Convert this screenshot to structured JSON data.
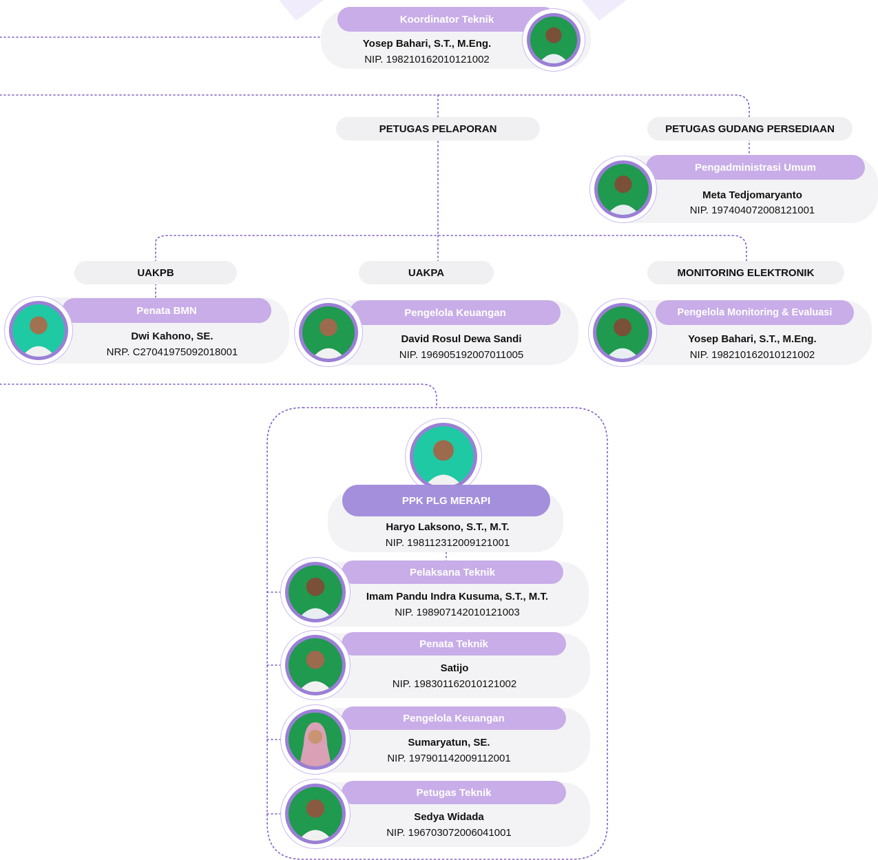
{
  "coordinator": {
    "role": "Koordinator Teknik",
    "name": "Yosep Bahari, S.T., M.Eng.",
    "nip": "NIP. 198210162010121002"
  },
  "sections": {
    "pelaporan": "PETUGAS PELAPORAN",
    "gudang": "PETUGAS GUDANG PERSEDIAAN",
    "uakpb": "UAKPB",
    "uakpa": "UAKPA",
    "monitoring": "MONITORING ELEKTRONIK"
  },
  "gudang_person": {
    "role": "Pengadministrasi Umum",
    "name": "Meta Tedjomaryanto",
    "nip": "NIP. 197404072008121001"
  },
  "uakpb_person": {
    "role": "Penata BMN",
    "name": "Dwi Kahono, SE.",
    "nip": "NRP. C27041975092018001"
  },
  "uakpa_person": {
    "role": "Pengelola Keuangan",
    "name": "David Rosul Dewa Sandi",
    "nip": "NIP. 196905192007011005"
  },
  "monitoring_person": {
    "role": "Pengelola Monitoring & Evaluasi",
    "name": "Yosep Bahari, S.T., M.Eng.",
    "nip": "NIP. 198210162010121002"
  },
  "ppk": {
    "title": "PPK PLG MERAPI",
    "name": "Haryo Laksono, S.T., M.T.",
    "nip": "NIP. 198112312009121001"
  },
  "team": [
    {
      "role": "Pelaksana Teknik",
      "name": "Imam Pandu Indra Kusuma, S.T., M.T.",
      "nip": "NIP. 198907142010121003"
    },
    {
      "role": "Penata Teknik",
      "name": "Satijo",
      "nip": "NIP. 198301162010121002"
    },
    {
      "role": "Pengelola Keuangan",
      "name": "Sumaryatun, SE.",
      "nip": "NIP. 197901142009112001"
    },
    {
      "role": "Petugas Teknik",
      "name": "Sedya Widada",
      "nip": "NIP. 196703072006041001"
    }
  ],
  "colors": {
    "role_bg": "#c8ade8",
    "ppk_bg": "#a48fdc",
    "line": "#7e5cc4",
    "card_bg": "#f3f3f5",
    "photo_green": "#1f9a4f",
    "photo_teal": "#1fc9a3"
  }
}
